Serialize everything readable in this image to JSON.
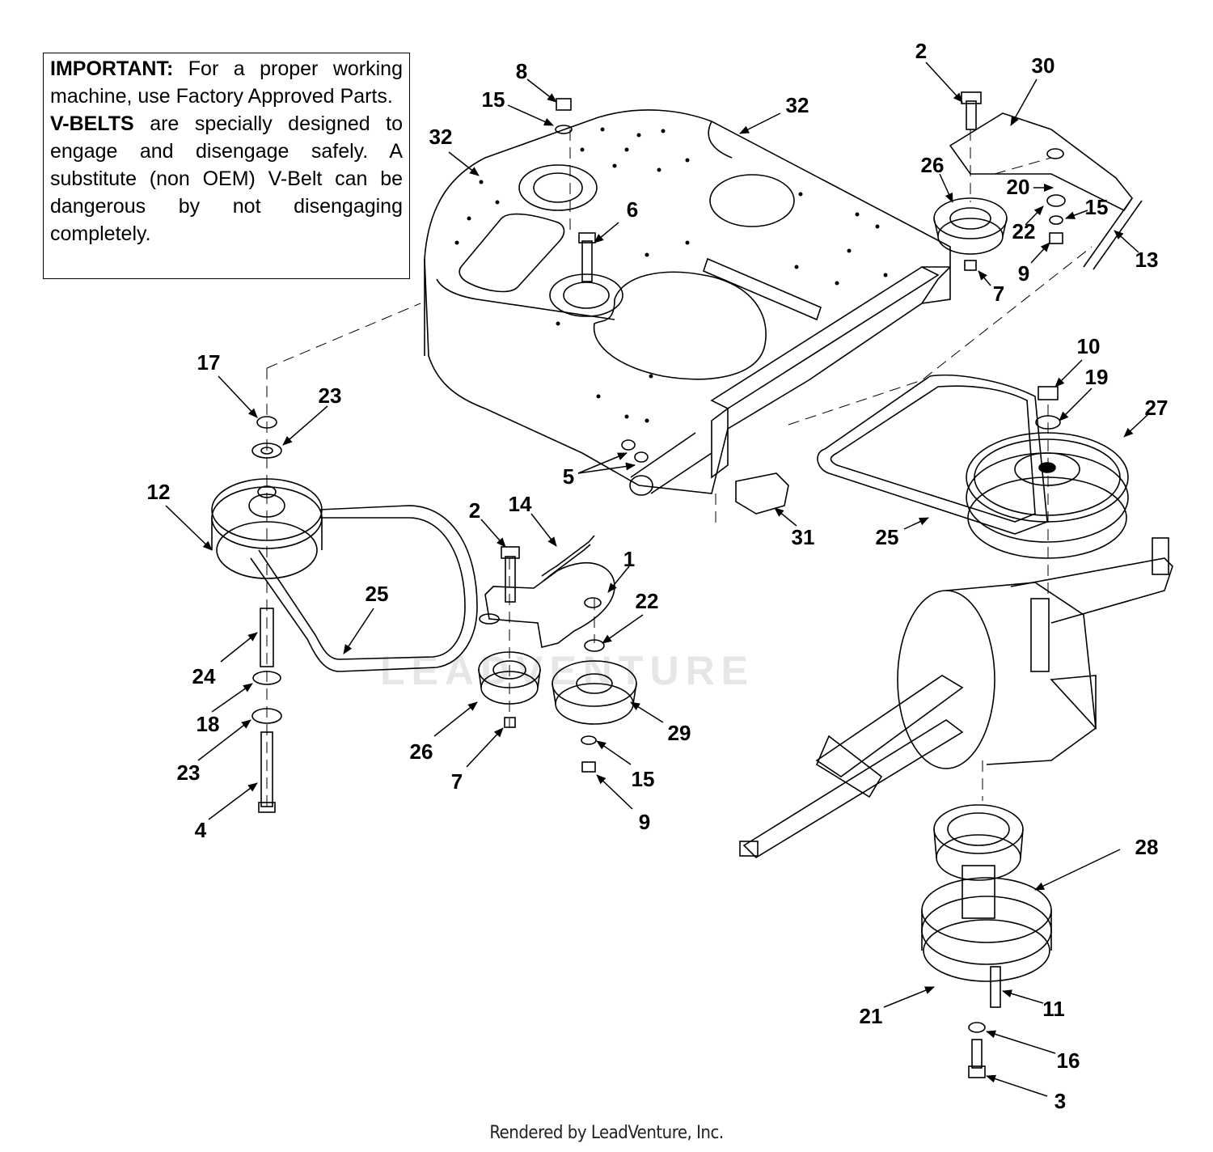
{
  "notice": {
    "important_label": "IMPORTANT:",
    "important_text": " For a proper working machine, use Factory Approved Parts.",
    "vbelts_label": "V-BELTS",
    "vbelts_text": " are specially designed to engage and disengage safely.  A substitute (non OEM) V-Belt can be dangerous by not disengaging completely."
  },
  "watermark": "LEADVENTURE",
  "footer": "Rendered by LeadVenture, Inc.",
  "callouts": [
    {
      "id": "c1",
      "label": "1"
    },
    {
      "id": "c2a",
      "label": "2"
    },
    {
      "id": "c2b",
      "label": "2"
    },
    {
      "id": "c3",
      "label": "3"
    },
    {
      "id": "c4",
      "label": "4"
    },
    {
      "id": "c5",
      "label": "5"
    },
    {
      "id": "c6",
      "label": "6"
    },
    {
      "id": "c7a",
      "label": "7"
    },
    {
      "id": "c7b",
      "label": "7"
    },
    {
      "id": "c8",
      "label": "8"
    },
    {
      "id": "c9a",
      "label": "9"
    },
    {
      "id": "c9b",
      "label": "9"
    },
    {
      "id": "c10",
      "label": "10"
    },
    {
      "id": "c11",
      "label": "11"
    },
    {
      "id": "c12",
      "label": "12"
    },
    {
      "id": "c13",
      "label": "13"
    },
    {
      "id": "c14",
      "label": "14"
    },
    {
      "id": "c15a",
      "label": "15"
    },
    {
      "id": "c15b",
      "label": "15"
    },
    {
      "id": "c15c",
      "label": "15"
    },
    {
      "id": "c16",
      "label": "16"
    },
    {
      "id": "c17",
      "label": "17"
    },
    {
      "id": "c18",
      "label": "18"
    },
    {
      "id": "c19",
      "label": "19"
    },
    {
      "id": "c20",
      "label": "20"
    },
    {
      "id": "c21",
      "label": "21"
    },
    {
      "id": "c22a",
      "label": "22"
    },
    {
      "id": "c22b",
      "label": "22"
    },
    {
      "id": "c23a",
      "label": "23"
    },
    {
      "id": "c23b",
      "label": "23"
    },
    {
      "id": "c24",
      "label": "24"
    },
    {
      "id": "c25a",
      "label": "25"
    },
    {
      "id": "c25b",
      "label": "25"
    },
    {
      "id": "c26a",
      "label": "26"
    },
    {
      "id": "c26b",
      "label": "26"
    },
    {
      "id": "c27",
      "label": "27"
    },
    {
      "id": "c28",
      "label": "28"
    },
    {
      "id": "c29",
      "label": "29"
    },
    {
      "id": "c30",
      "label": "30"
    },
    {
      "id": "c31",
      "label": "31"
    },
    {
      "id": "c32a",
      "label": "32"
    },
    {
      "id": "c32b",
      "label": "32"
    }
  ]
}
